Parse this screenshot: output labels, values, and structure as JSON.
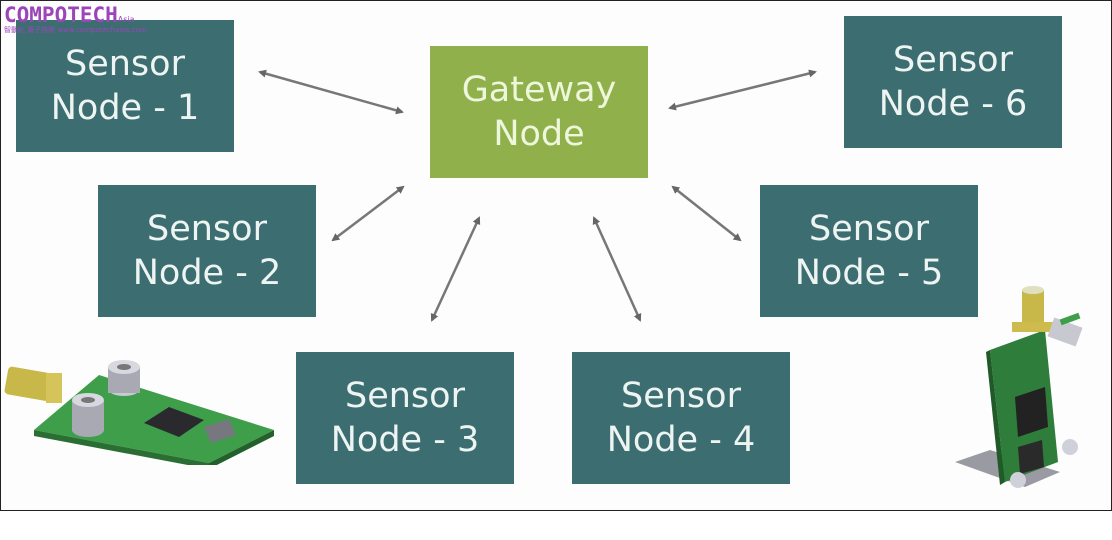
{
  "watermark": {
    "brand": "COMPOTECH",
    "region": "Asia",
    "subtitle": "智動化 電子技術 www.compotechasia.com"
  },
  "gateway": {
    "line1": "Gateway",
    "line2": "Node"
  },
  "sensor_nodes": [
    {
      "line1": "Sensor",
      "line2": "Node - 1"
    },
    {
      "line1": "Sensor",
      "line2": "Node - 2"
    },
    {
      "line1": "Sensor",
      "line2": "Node - 3"
    },
    {
      "line1": "Sensor",
      "line2": "Node - 4"
    },
    {
      "line1": "Sensor",
      "line2": "Node - 5"
    },
    {
      "line1": "Sensor",
      "line2": "Node - 6"
    }
  ],
  "connections": [
    "gateway<->node-1",
    "gateway<->node-2",
    "gateway<->node-3",
    "gateway<->node-4",
    "gateway<->node-5",
    "gateway<->node-6"
  ],
  "colors": {
    "sensor": "#3c6e71",
    "gateway": "#8fb04a",
    "arrow": "#666666",
    "brand": "#9a45b8"
  }
}
